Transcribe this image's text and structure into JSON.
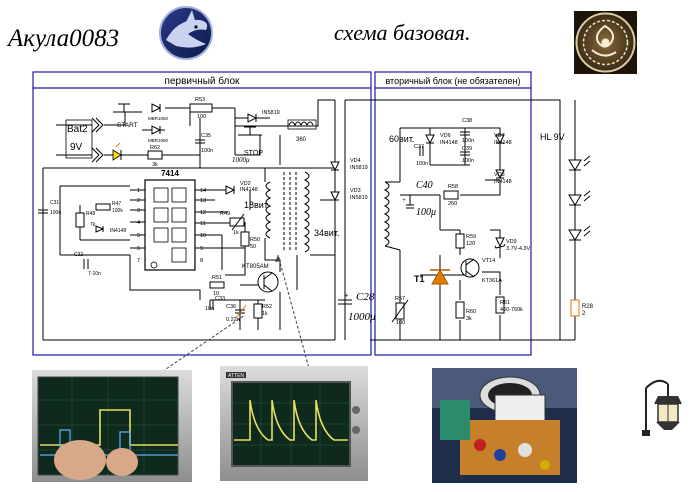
{
  "header": {
    "author": "Акула0083",
    "title": "схема базовая."
  },
  "blocks": {
    "primary": "первичный блок",
    "secondary": "вторичный блок (не обязателен)"
  },
  "primary": {
    "bat2": "Bat2",
    "v9": "9V",
    "start": "START",
    "stop": "STOP",
    "r53": "R53",
    "r53v": "100",
    "r62": "R62",
    "r62v": "3k",
    "d_mbr1": "MBR1060",
    "d_mbr2": "MBR1060",
    "in5819": "IN5819",
    "c35": "C35",
    "c35v": "100n",
    "uf": "1000μ",
    "v360": "360",
    "vd4": "VD4",
    "vd4v": "IN5819",
    "vd3": "VD3",
    "vd3v": "IN5819",
    "chip": "7414",
    "pins_l": [
      "1",
      "2",
      "3",
      "4",
      "5",
      "6",
      "7"
    ],
    "pins_r": [
      "14",
      "13",
      "12",
      "11",
      "10",
      "9",
      "8"
    ],
    "vd2": "VD2",
    "vd2v": "IN4148",
    "c31": "C31",
    "c31v": "100n",
    "r47": "R47",
    "r47v": "100k",
    "r48": "R48",
    "r48v": "7k",
    "vd1": "IN4148",
    "c32": "C32",
    "c32v": "7-10n",
    "r49": "R49",
    "r49v": "1k",
    "r50": "R50",
    "r50v": "50",
    "turns18": "18вит",
    "turns34": "34вит.",
    "kt": "KT805AM",
    "r51": "R51",
    "r51v": "10",
    "c33": "C33",
    "c33v": "10n",
    "c36": "C36",
    "c36v": "0.22n",
    "r52": "R52",
    "r52v": "1k",
    "c28": "C28",
    "c28v": "1000μ"
  },
  "secondary": {
    "t60": "60вит.",
    "c37": "C37",
    "c37v": "100n",
    "vd6": "VD6",
    "vd6v": "IN4148",
    "c38": "C38",
    "c38v": "100n",
    "c39": "C39",
    "c39v": "100n",
    "vd7": "VD7",
    "vd7v": "IN4148",
    "vd8": "VD8",
    "vd8v": "IN4148",
    "c40": "C40",
    "c40v": "100μ",
    "r58": "R58",
    "r58v": "260",
    "hl": "HL 9V",
    "r59": "R59",
    "r59v": "120",
    "vd9": "VD9",
    "vd9v": "3.7V-4.3V",
    "vt14": "VT14",
    "vt14v": "KT361A",
    "t1": "T1",
    "r57": "R57",
    "r57v": "100",
    "r60": "R60",
    "r60v": "3k",
    "r61": "R61",
    "r61v": "460-760k",
    "r28": "R28",
    "r28v": "2"
  },
  "photos": {
    "scope2": "ATTEN"
  },
  "colors": {
    "block_frame": "#1a1aa8",
    "accent_orange": "#e07b00",
    "scope_trace": "#e8e060",
    "scope_screen": "#0d2a1c"
  },
  "icons": [
    "shark-logo-icon",
    "ornament-icon",
    "lantern-icon"
  ]
}
